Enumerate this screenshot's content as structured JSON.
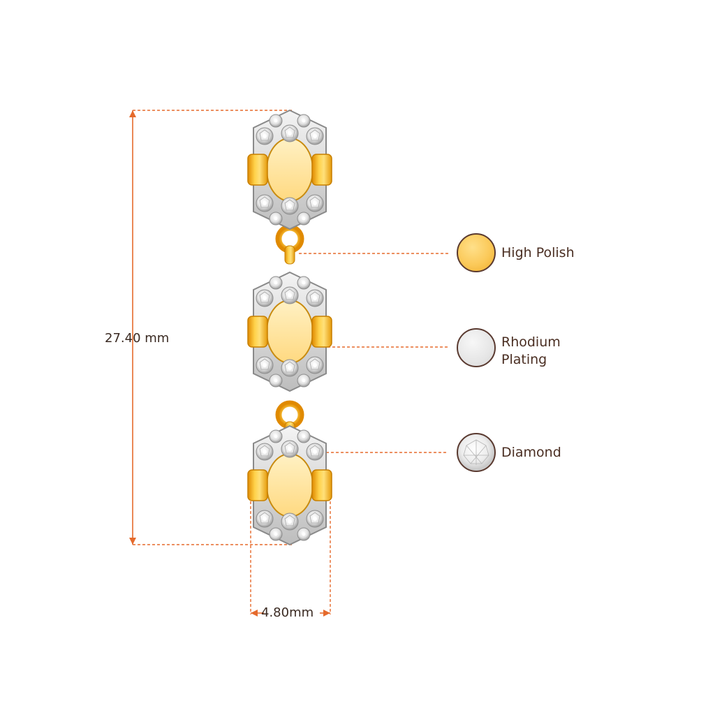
{
  "dimensions": {
    "height_label": "27.40 mm",
    "width_label": "4.80mm"
  },
  "legend": [
    {
      "label": "High Polish",
      "color": "#fbc959",
      "kind": "metal-gold"
    },
    {
      "label": "Rhodium Plating",
      "color": "#e6e6e6",
      "kind": "metal-rhodium"
    },
    {
      "label": "Diamond",
      "color": "#f4f4f4",
      "kind": "gemstone"
    }
  ],
  "colors": {
    "dimension_line": "#e56a2c",
    "label_text": "#4a2e22",
    "gold": "#f2a813",
    "gold_light": "#ffd65c",
    "rhodium": "#d9d9d9"
  },
  "icons": {
    "product": "drop-earring-icon",
    "high_polish": "gold-swatch-icon",
    "rhodium": "rhodium-swatch-icon",
    "diamond": "diamond-swatch-icon"
  }
}
